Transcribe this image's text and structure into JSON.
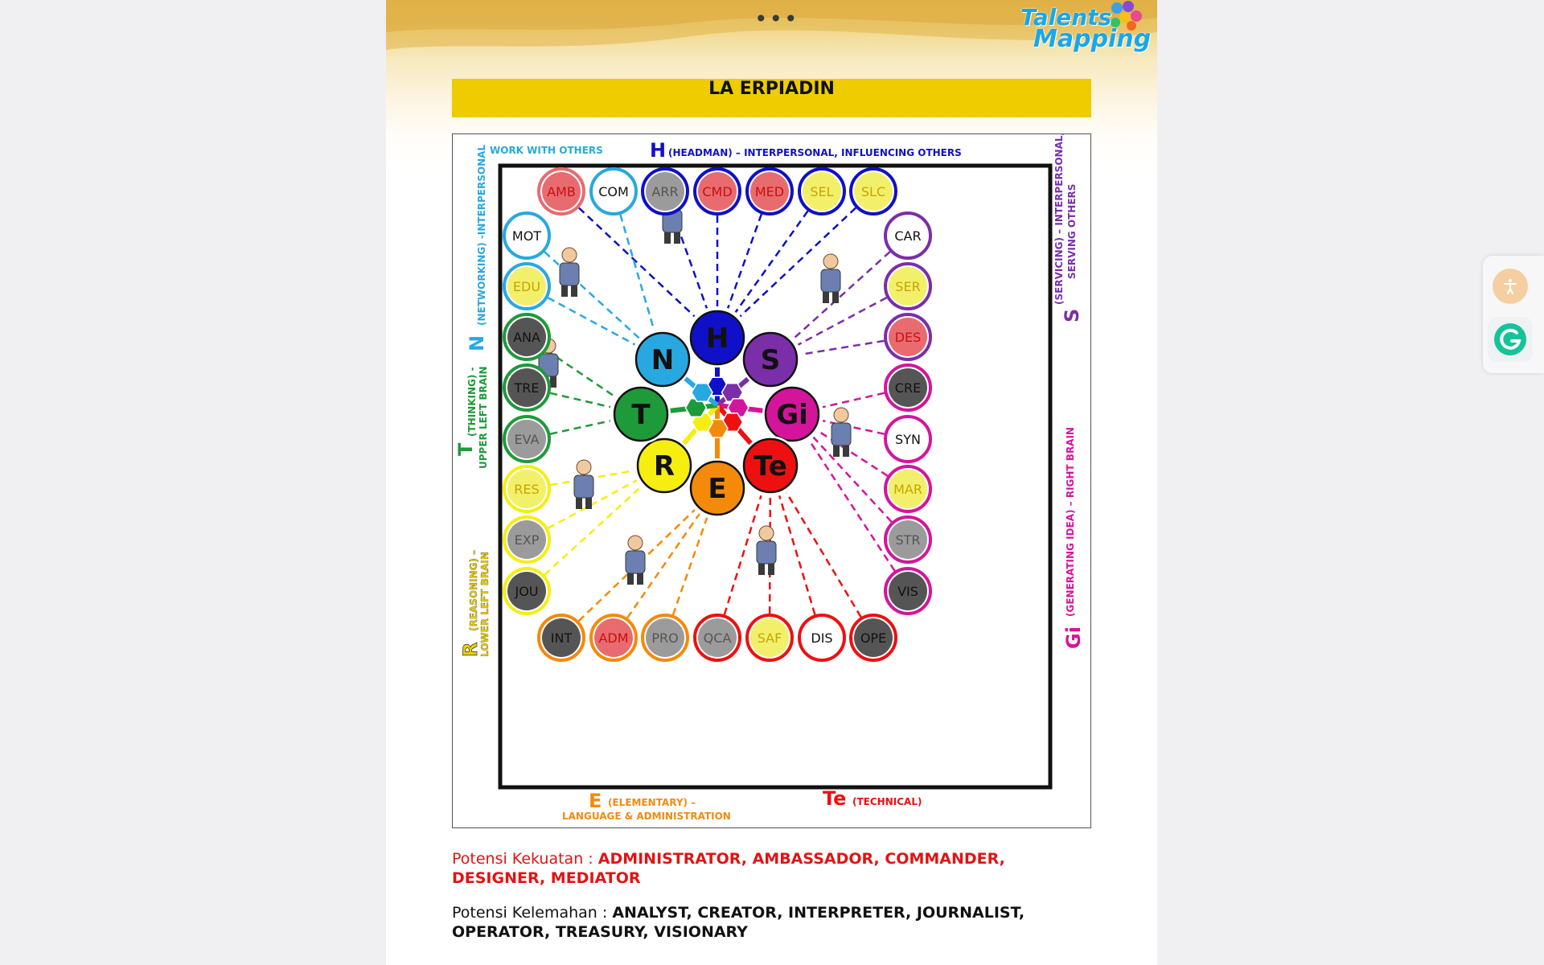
{
  "header": {
    "menu_glyph": "•••",
    "logo_line1": "Talents",
    "logo_line2": "Mapping"
  },
  "person": {
    "name": "LA ERPIADIN"
  },
  "chart": {
    "center_nodes": [
      {
        "label": "H",
        "color": "#1010c8"
      },
      {
        "label": "S",
        "color": "#7a2ea8"
      },
      {
        "label": "Gi",
        "color": "#d4159c"
      },
      {
        "label": "Te",
        "color": "#ee1010"
      },
      {
        "label": "E",
        "color": "#f48a0a"
      },
      {
        "label": "R",
        "color": "#f6ee10"
      },
      {
        "label": "T",
        "color": "#1e9a3a"
      },
      {
        "label": "N",
        "color": "#28a8e0"
      }
    ],
    "top_row": [
      {
        "code": "AMB",
        "fill": "#e86b6f",
        "ring": "#e86b6f",
        "text": "#c81010"
      },
      {
        "code": "COM",
        "fill": "#ffffff",
        "ring": "#28a8e0",
        "text": "#111"
      },
      {
        "code": "ARR",
        "fill": "#9b9b9b",
        "ring": "#1010c8",
        "text": "#555"
      },
      {
        "code": "CMD",
        "fill": "#e86b6f",
        "ring": "#1010c8",
        "text": "#c81010"
      },
      {
        "code": "MED",
        "fill": "#e86b6f",
        "ring": "#1010c8",
        "text": "#c81010"
      },
      {
        "code": "SEL",
        "fill": "#f2f06a",
        "ring": "#1010c8",
        "text": "#c8a400"
      },
      {
        "code": "SLC",
        "fill": "#f2f06a",
        "ring": "#1010c8",
        "text": "#c8a400"
      }
    ],
    "left_col": [
      {
        "code": "MOT",
        "fill": "#ffffff",
        "ring": "#28a8e0",
        "text": "#111"
      },
      {
        "code": "EDU",
        "fill": "#f2f06a",
        "ring": "#28a8e0",
        "text": "#c8a400"
      },
      {
        "code": "ANA",
        "fill": "#555555",
        "ring": "#1e9a3a",
        "text": "#111"
      },
      {
        "code": "TRE",
        "fill": "#555555",
        "ring": "#1e9a3a",
        "text": "#111"
      },
      {
        "code": "EVA",
        "fill": "#9b9b9b",
        "ring": "#1e9a3a",
        "text": "#555"
      },
      {
        "code": "RES",
        "fill": "#f2f06a",
        "ring": "#f6ee10",
        "text": "#c8a400"
      },
      {
        "code": "EXP",
        "fill": "#9b9b9b",
        "ring": "#f6ee10",
        "text": "#555"
      },
      {
        "code": "JOU",
        "fill": "#555555",
        "ring": "#f6ee10",
        "text": "#111"
      }
    ],
    "right_col": [
      {
        "code": "CAR",
        "fill": "#ffffff",
        "ring": "#7a2ea8",
        "text": "#111"
      },
      {
        "code": "SER",
        "fill": "#f2f06a",
        "ring": "#7a2ea8",
        "text": "#c8a400"
      },
      {
        "code": "DES",
        "fill": "#e86b6f",
        "ring": "#7a2ea8",
        "text": "#c81010"
      },
      {
        "code": "CRE",
        "fill": "#555555",
        "ring": "#d4159c",
        "text": "#111"
      },
      {
        "code": "SYN",
        "fill": "#ffffff",
        "ring": "#d4159c",
        "text": "#111"
      },
      {
        "code": "MAR",
        "fill": "#f2f06a",
        "ring": "#d4159c",
        "text": "#c8a400"
      },
      {
        "code": "STR",
        "fill": "#9b9b9b",
        "ring": "#d4159c",
        "text": "#555"
      },
      {
        "code": "VIS",
        "fill": "#555555",
        "ring": "#d4159c",
        "text": "#111"
      }
    ],
    "bottom_row": [
      {
        "code": "INT",
        "fill": "#555555",
        "ring": "#f48a0a",
        "text": "#111"
      },
      {
        "code": "ADM",
        "fill": "#e86b6f",
        "ring": "#f48a0a",
        "text": "#c81010"
      },
      {
        "code": "PRO",
        "fill": "#9b9b9b",
        "ring": "#f48a0a",
        "text": "#555"
      },
      {
        "code": "QCA",
        "fill": "#9b9b9b",
        "ring": "#ee1010",
        "text": "#555"
      },
      {
        "code": "SAF",
        "fill": "#f2f06a",
        "ring": "#ee1010",
        "text": "#c8a400"
      },
      {
        "code": "DIS",
        "fill": "#ffffff",
        "ring": "#ee1010",
        "text": "#111"
      },
      {
        "code": "OPE",
        "fill": "#555555",
        "ring": "#ee1010",
        "text": "#111"
      }
    ],
    "labels": {
      "work_with_others": "WORK WITH OTHERS",
      "h_letter": "H",
      "h_desc": "(HEADMAN) – INTERPERSONAL, INFLUENCING OTHERS",
      "n_letter": "N",
      "n_desc": "(NETWORKING) -INTERPERSONAL",
      "t_letter": "T",
      "t_desc1": "(THINKING) -",
      "t_desc2": "UPPER LEFT BRAIN",
      "r_letter": "R",
      "r_desc1": "(REASONING) –",
      "r_desc2": "LOWER LEFT BRAIN",
      "s_letter": "S",
      "s_desc1": "(SERVICING) – INTERPERSONAL,",
      "s_desc2": "SERVING OTHERS",
      "gi_letter": "Gi",
      "gi_desc": "(GENERATING IDEA) – RIGHT BRAIN",
      "e_letter": "E",
      "e_desc1": "(ELEMENTARY) –",
      "e_desc2": "LANGUAGE & ADMINISTRATION",
      "te_letter": "Te",
      "te_desc": "(TECHNICAL)"
    }
  },
  "strength": {
    "label": "Potensi Kekuatan : ",
    "value": "ADMINISTRATOR, AMBASSADOR, COMMANDER, DESIGNER, MEDIATOR"
  },
  "weakness": {
    "label": "Potensi Kelemahan : ",
    "value": "ANALYST, CREATOR, INTERPRETER, JOURNALIST, OPERATOR, TREASURY, VISIONARY"
  }
}
